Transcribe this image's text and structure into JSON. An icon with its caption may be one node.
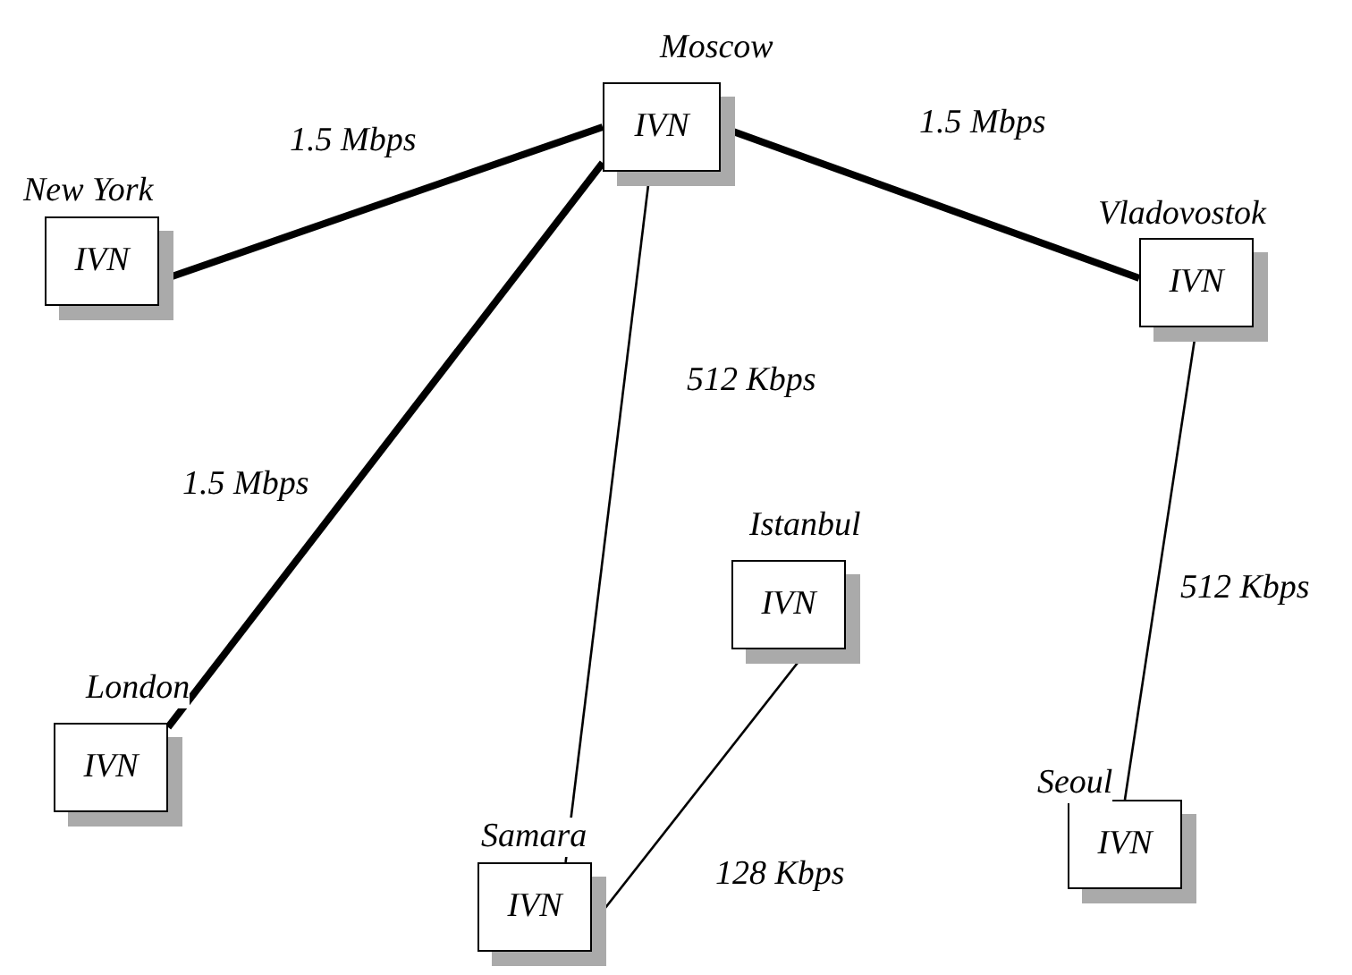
{
  "diagram": {
    "nodes": [
      {
        "text": [
          "New York",
          "IVN"
        ]
      },
      {
        "text": [
          "Moscow",
          "IVN"
        ]
      },
      {
        "text": [
          "Vladovostok",
          "IVN"
        ]
      },
      {
        "text": [
          "London",
          "IVN"
        ]
      },
      {
        "text": [
          "Istanbul",
          "IVN"
        ]
      },
      {
        "text": [
          "Samara",
          "IVN"
        ]
      },
      {
        "text": [
          "Seoul",
          "IVN"
        ]
      }
    ],
    "edges": [
      {
        "from": 0,
        "to": 1,
        "arrow": "none",
        "label": "1.5 Mbps",
        "style": "thick"
      },
      {
        "from": 1,
        "to": 2,
        "arrow": "none",
        "label": "1.5 Mbps",
        "style": "thick"
      },
      {
        "from": 1,
        "to": 3,
        "arrow": "none",
        "label": "1.5 Mbps",
        "style": "thick"
      },
      {
        "from": 1,
        "to": 5,
        "arrow": "none",
        "label": "512 Kbps"
      },
      {
        "from": 2,
        "to": 6,
        "arrow": "none",
        "label": "512 Kbps"
      },
      {
        "from": 4,
        "to": 5,
        "arrow": "none",
        "label": "128 Kbps"
      }
    ]
  }
}
